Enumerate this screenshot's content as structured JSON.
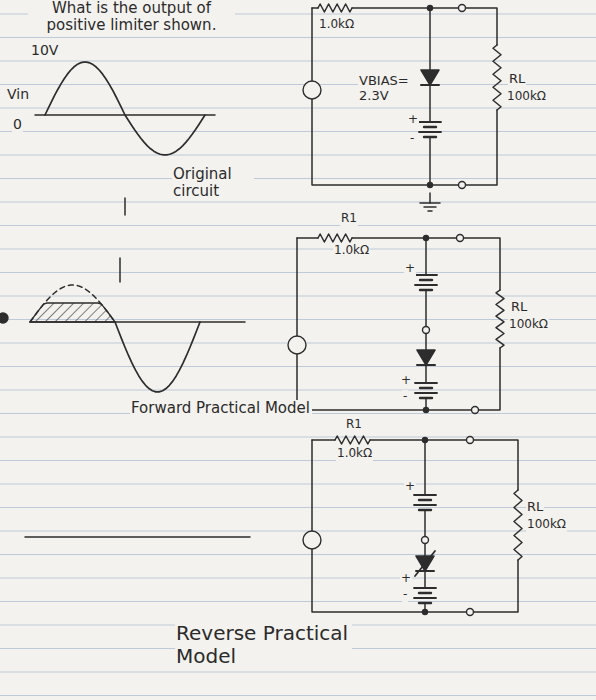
{
  "diagram": {
    "title": "What is the output of positive limiter shown.",
    "labels": [
      "10V",
      "Vin",
      "0",
      "1.0kΩ",
      "VBIAS= 2.3V",
      "+",
      "-",
      "RL",
      "100kΩ",
      "Original circuit",
      "R1",
      "1.0kΩ",
      "+",
      "+",
      "-",
      "RL",
      "100kΩ",
      "Forward Practical Model",
      "R1",
      "1.0kΩ",
      "+",
      "+",
      "-",
      "RL",
      "100kΩ",
      "Reverse Practical Model"
    ]
  }
}
